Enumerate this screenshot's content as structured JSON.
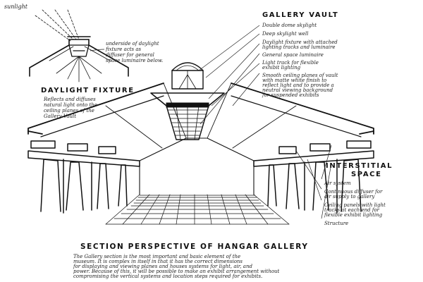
{
  "labels": {
    "sunlight": "sunlight",
    "daylight_fixture_title": "DAYLIGHT FIXTURE",
    "fixture_note_1": "underside of daylight",
    "fixture_note_2": "fixture acts as",
    "fixture_note_3": "diffuser for general",
    "fixture_note_4": "space luminaire below.",
    "fixture_caption_1": "Reflects and diffuses",
    "fixture_caption_2": "natural light onto the",
    "fixture_caption_3": "ceiling planes of the",
    "fixture_caption_4": "Gallery Vault",
    "gallery_vault_title": "GALLERY VAULT",
    "vault_items": [
      "Double dome skylight",
      "Deep skylight well",
      "Daylight fixture with attached",
      "lighting tracks and luminaire",
      "General space luminaire",
      "Light track for flexible",
      "exhibit lighting",
      "Smooth ceiling planes of vault",
      "with matte white finish to",
      "reflect light and to provide a",
      "neutral viewing background",
      "for suspended exhibits"
    ],
    "interstitial_title_1": "INTERSTITIAL",
    "interstitial_title_2": "SPACE",
    "interstitial_items": [
      "Air system",
      "Continuous diffuser for",
      "air supply to gallery",
      "Ceiling panels with light",
      "tracks at each end for",
      "flexible exhibit lighting",
      "Structure"
    ],
    "section_title": "SECTION PERSPECTIVE OF HANGAR GALLERY",
    "description": [
      "The Gallery section is the most important and basic element of the",
      "museum. It is complex in itself in that it has the correct dimensions",
      "for displaying and viewing planes and houses systems for light, air, and",
      "power. Because of this, it will be possible to make an exhibit arrangement without",
      "compromising the vertical systems and location steps required for exhibits."
    ]
  }
}
